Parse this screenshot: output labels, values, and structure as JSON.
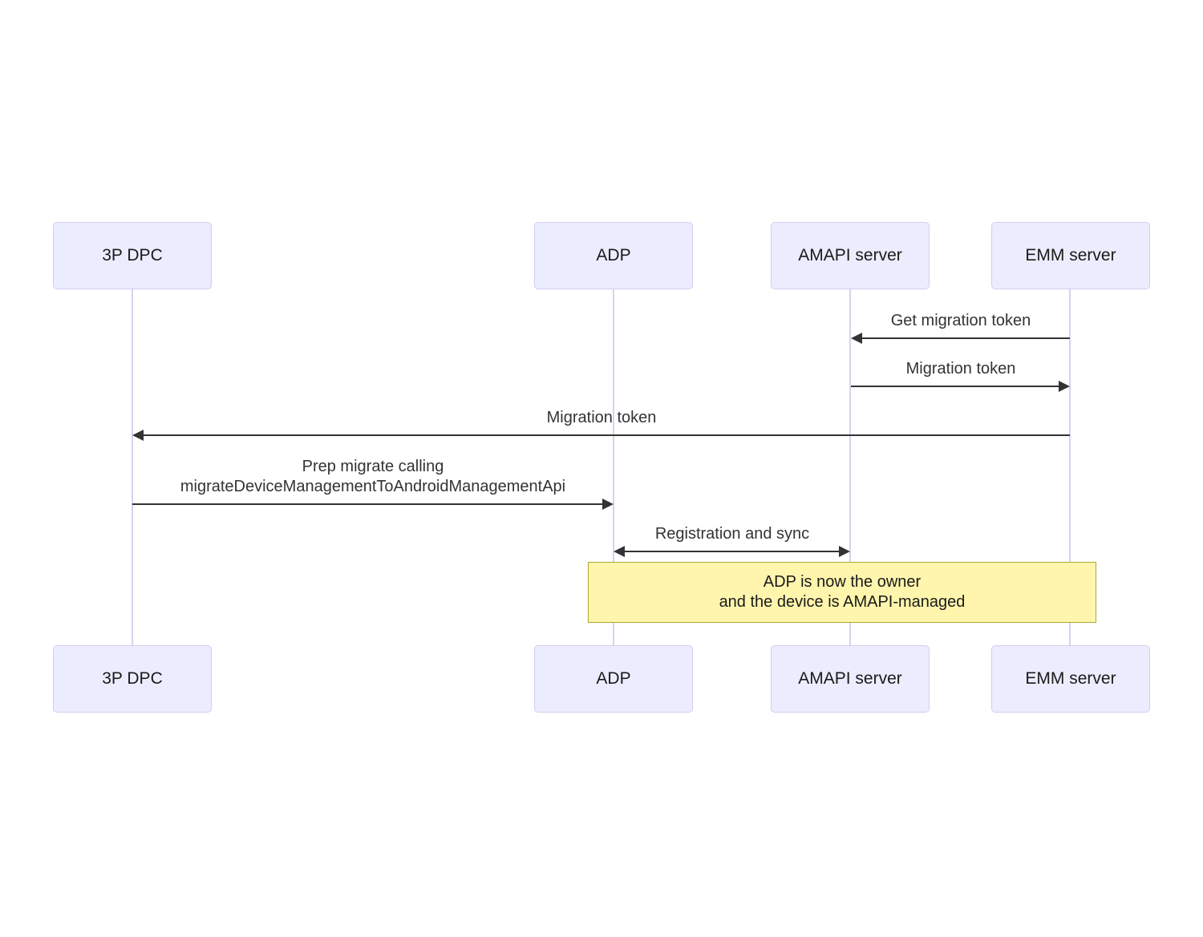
{
  "diagram": {
    "type": "sequence",
    "actors": [
      {
        "id": "3p-dpc",
        "name": "3P DPC"
      },
      {
        "id": "adp",
        "name": "ADP"
      },
      {
        "id": "amapi-server",
        "name": "AMAPI server"
      },
      {
        "id": "emm-server",
        "name": "EMM server"
      }
    ],
    "messages": [
      {
        "label": "Get migration token",
        "from": "EMM server",
        "to": "AMAPI server",
        "direction": "left"
      },
      {
        "label": "Migration token",
        "from": "AMAPI server",
        "to": "EMM server",
        "direction": "right"
      },
      {
        "label": "Migration token",
        "from": "EMM server",
        "to": "3P DPC",
        "direction": "left"
      },
      {
        "label": "Prep migrate calling",
        "label_line2": "migrateDeviceManagementToAndroidManagementApi",
        "from": "3P DPC",
        "to": "ADP",
        "direction": "right"
      },
      {
        "label": "Registration and sync",
        "from": "ADP",
        "to": "AMAPI server",
        "direction": "both"
      }
    ],
    "note": {
      "line1": "ADP is now the owner",
      "line2": "and the device is AMAPI-managed"
    },
    "colors": {
      "actor_fill": "#ECECFF",
      "actor_border": "#d2cdf0",
      "lifeline": "#d8d2ee",
      "message_line": "#333333",
      "message_text": "#333333",
      "note_fill": "#fff5ad",
      "note_border": "#aaaa33"
    }
  }
}
